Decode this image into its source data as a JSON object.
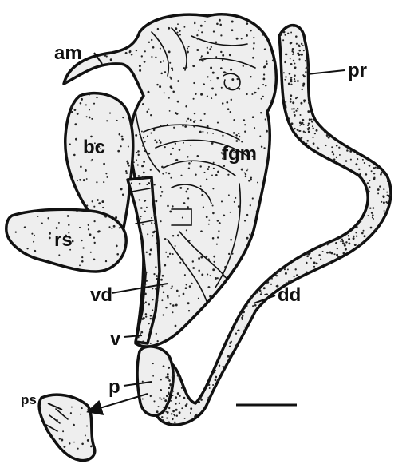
{
  "labels": {
    "am": "am",
    "pr": "pr",
    "bc": "bc",
    "fgm": "fgm",
    "rs": "rs",
    "vd": "vd",
    "dd": "dd",
    "v": "v",
    "p": "p",
    "ps": "ps"
  },
  "colors": {
    "fill": "#eeeeee",
    "outline": "#111111",
    "background": "#ffffff"
  }
}
